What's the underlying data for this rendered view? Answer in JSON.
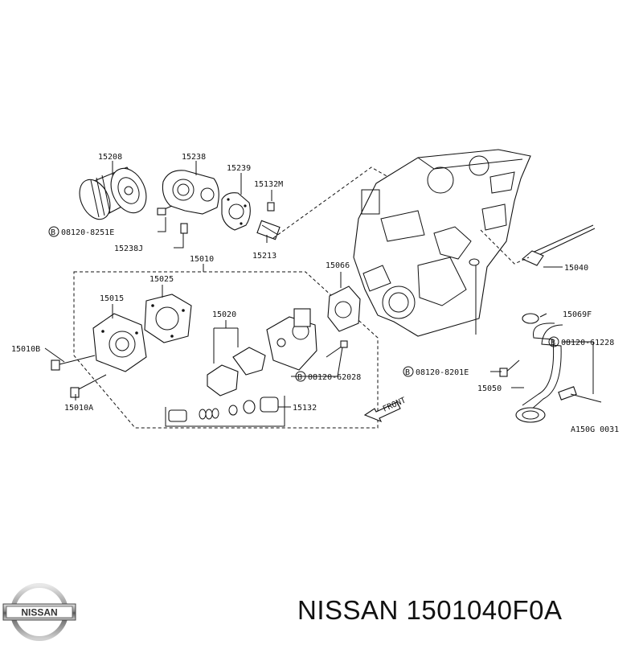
{
  "diagram": {
    "part_labels": {
      "p15208": "15208",
      "p15238": "15238",
      "p15239": "15239",
      "p15132M": "15132M",
      "p08120_8251E": "08120-8251E",
      "p15238J": "15238J",
      "p15213": "15213",
      "p15010": "15010",
      "p15066": "15066",
      "p15040": "15040",
      "p15025": "15025",
      "p15015": "15015",
      "p15020": "15020",
      "p15010B": "15010B",
      "p08120_62028": "08120-62028",
      "p08120_8201E": "08120-8201E",
      "p15069F": "15069F",
      "p08120_61228": "08120-61228",
      "p15050": "15050",
      "p15010A": "15010A",
      "p15132": "15132",
      "front": "FRONT",
      "ref": "A150G 0031",
      "circle_b": "B"
    }
  },
  "footer": {
    "title": "NISSAN 1501040F0A"
  },
  "logo": {
    "text": "NISSAN",
    "icon": "nissan-logo-icon"
  }
}
